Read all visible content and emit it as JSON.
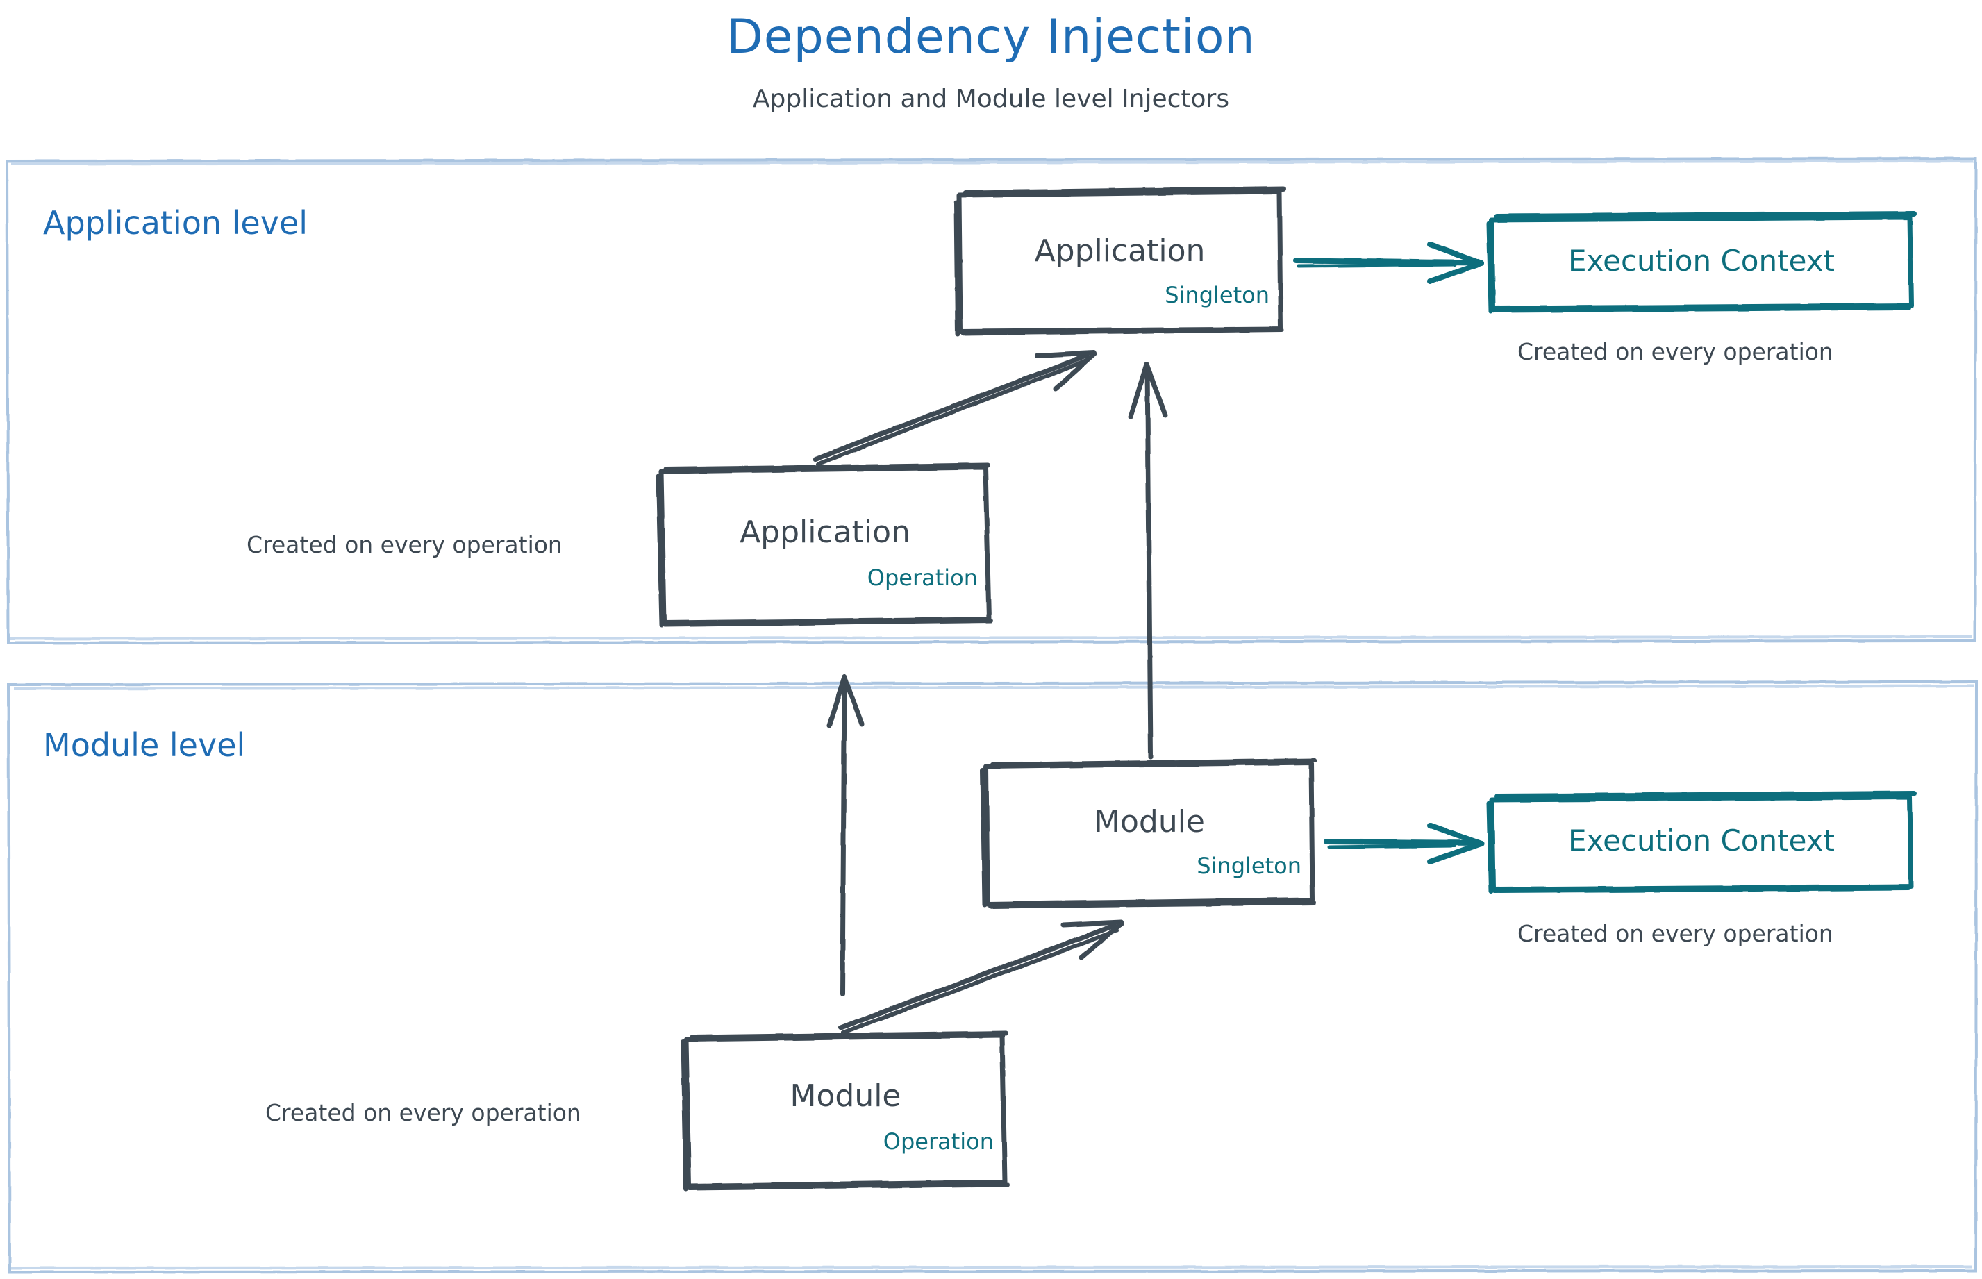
{
  "header": {
    "title": "Dependency Injection",
    "subtitle": "Application and Module level Injectors"
  },
  "colors": {
    "title_blue": "#1f6cb4",
    "lane_border": "#aac4e0",
    "node_stroke": "#3d4852",
    "accent_teal": "#0d6e7d",
    "text_dark": "#3d4852",
    "background": "#ffffff"
  },
  "lanes": [
    {
      "id": "application-level",
      "label": "Application level",
      "nodes": [
        {
          "id": "application-singleton",
          "title": "Application",
          "scope": "Singleton"
        },
        {
          "id": "application-operation",
          "title": "Application",
          "scope": "Operation",
          "caption": "Created on every operation"
        },
        {
          "id": "execution-context-application",
          "title": "Execution Context",
          "caption": "Created on every operation"
        }
      ]
    },
    {
      "id": "module-level",
      "label": "Module level",
      "nodes": [
        {
          "id": "module-singleton",
          "title": "Module",
          "scope": "Singleton"
        },
        {
          "id": "module-operation",
          "title": "Module",
          "scope": "Operation",
          "caption": "Created on every operation"
        },
        {
          "id": "execution-context-module",
          "title": "Execution Context",
          "caption": "Created on every operation"
        }
      ]
    }
  ],
  "edges": [
    {
      "id": "app-operation-to-app-singleton",
      "from": "application-operation",
      "to": "application-singleton",
      "style": "dark-diagonal"
    },
    {
      "id": "app-singleton-to-execution-context",
      "from": "application-singleton",
      "to": "execution-context-application",
      "style": "teal-horizontal"
    },
    {
      "id": "module-singleton-to-app-singleton",
      "from": "module-singleton",
      "to": "application-singleton",
      "style": "dark-vertical"
    },
    {
      "id": "module-operation-to-app-operation",
      "from": "module-operation",
      "to": "application-operation",
      "style": "dark-vertical"
    },
    {
      "id": "module-operation-to-module-singleton",
      "from": "module-operation",
      "to": "module-singleton",
      "style": "dark-diagonal"
    },
    {
      "id": "module-singleton-to-execution-context",
      "from": "module-singleton",
      "to": "execution-context-module",
      "style": "teal-horizontal"
    }
  ]
}
